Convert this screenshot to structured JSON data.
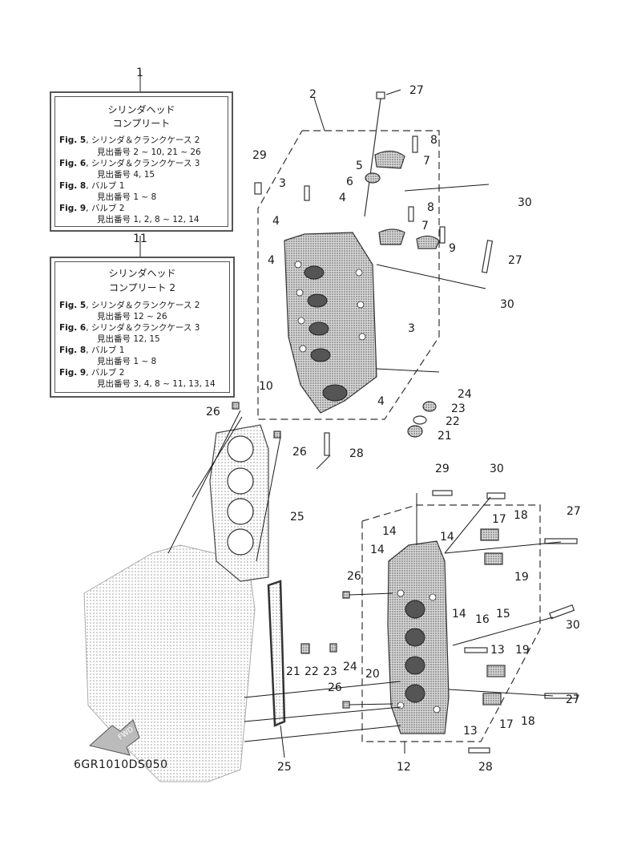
{
  "box1": {
    "number": "1",
    "title_line1": "シリンダヘッド",
    "title_line2": "コンプリート",
    "lines": [
      {
        "fig": "Fig. 5",
        "text": ", シリンダ＆クランクケース 2"
      },
      {
        "fig": "",
        "text": "見出番号 2 ~ 10, 21 ~ 26"
      },
      {
        "fig": "Fig. 6",
        "text": ", シリンダ＆クランクケース 3"
      },
      {
        "fig": "",
        "text": "見出番号 4, 15"
      },
      {
        "fig": "Fig. 8",
        "text": ", バルブ 1"
      },
      {
        "fig": "",
        "text": "見出番号 1 ~ 8"
      },
      {
        "fig": "Fig. 9",
        "text": ", バルブ 2"
      },
      {
        "fig": "",
        "text": "見出番号 1, 2, 8 ~ 12, 14"
      }
    ]
  },
  "box2": {
    "number": "11",
    "title_line1": "シリンダヘッド",
    "title_line2": "コンプリート 2",
    "lines": [
      {
        "fig": "Fig. 5",
        "text": ", シリンダ＆クランクケース 2"
      },
      {
        "fig": "",
        "text": "見出番号 12 ~ 26"
      },
      {
        "fig": "Fig. 6",
        "text": ", シリンダ＆クランクケース 3"
      },
      {
        "fig": "",
        "text": "見出番号 12, 15"
      },
      {
        "fig": "Fig. 8",
        "text": ", バルブ 1"
      },
      {
        "fig": "",
        "text": "見出番号 1 ~ 8"
      },
      {
        "fig": "Fig. 9",
        "text": ", バルブ 2"
      },
      {
        "fig": "",
        "text": "見出番号 3, 4, 8 ~ 11, 13, 14"
      }
    ]
  },
  "callouts": [
    "27",
    "2",
    "8",
    "7",
    "5",
    "6",
    "29",
    "3",
    "4",
    "4",
    "4",
    "8",
    "7",
    "9",
    "30",
    "27",
    "30",
    "3",
    "10",
    "4",
    "24",
    "23",
    "22",
    "21",
    "26",
    "26",
    "28",
    "25",
    "29",
    "30",
    "27",
    "17",
    "18",
    "14",
    "14",
    "14",
    "26",
    "19",
    "16",
    "15",
    "14",
    "30",
    "21",
    "22",
    "23",
    "24",
    "13",
    "19",
    "20",
    "26",
    "27",
    "13",
    "17",
    "18",
    "25",
    "12",
    "28"
  ],
  "fwd_label": "FWD",
  "drawing_code": "6GR1010DS050"
}
